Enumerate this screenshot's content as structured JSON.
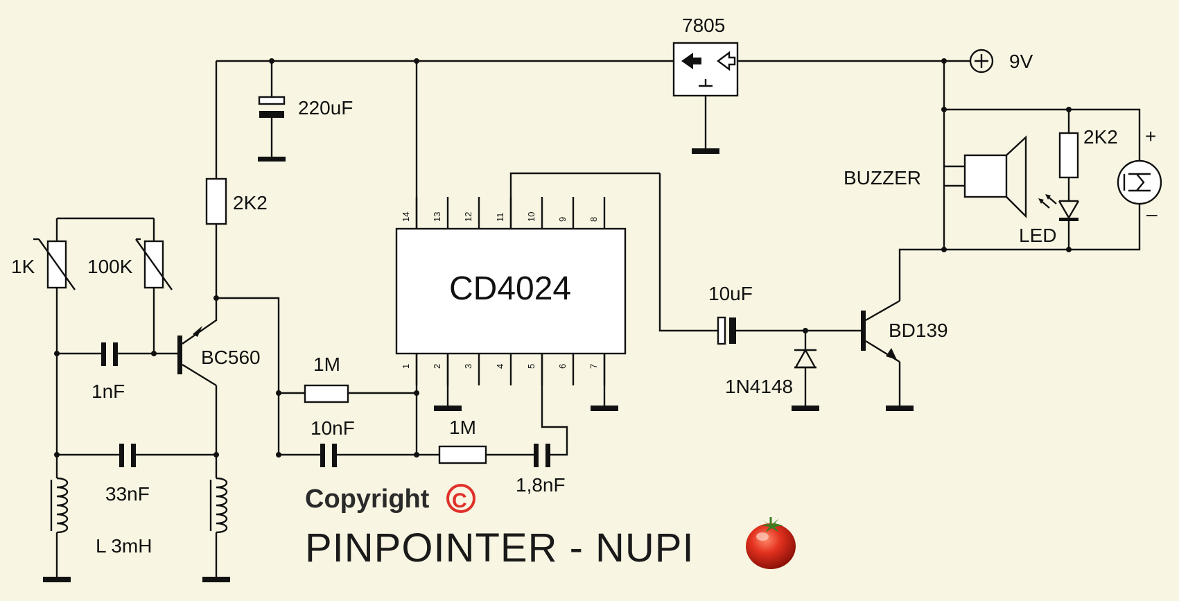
{
  "labels": {
    "regulator": "7805",
    "supply": "9V",
    "cap_220u": "220uF",
    "res_2k2_a": "2K2",
    "pot_1k": "1K",
    "pot_100k": "100K",
    "transistor_bc560": "BC560",
    "cap_1n": "1nF",
    "cap_33n": "33nF",
    "coil": "L 3mH",
    "res_1m_a": "1M",
    "cap_10n": "10nF",
    "res_1m_b": "1M",
    "cap_1n8": "1,8nF",
    "ic": "CD4024",
    "cap_10u": "10uF",
    "diode": "1N4148",
    "transistor_bd139": "BD139",
    "buzzer": "BUZZER",
    "res_2k2_b": "2K2",
    "led": "LED",
    "plus": "+",
    "minus": "–"
  },
  "ic_pins_top": [
    "14",
    "13",
    "12",
    "11",
    "10",
    "9",
    "8"
  ],
  "ic_pins_bottom": [
    "1",
    "2",
    "3",
    "4",
    "5",
    "6",
    "7"
  ],
  "copyright": {
    "text": "Copyright",
    "symbol": "C",
    "symbol_color": "#e0302a"
  },
  "brand": "PINPOINTER - NUPI",
  "colors": {
    "background": "#f8f6e2",
    "ink": "#111111",
    "tomato": "#d9261c"
  },
  "decor": {
    "tomato_icon": "tomato-icon"
  }
}
